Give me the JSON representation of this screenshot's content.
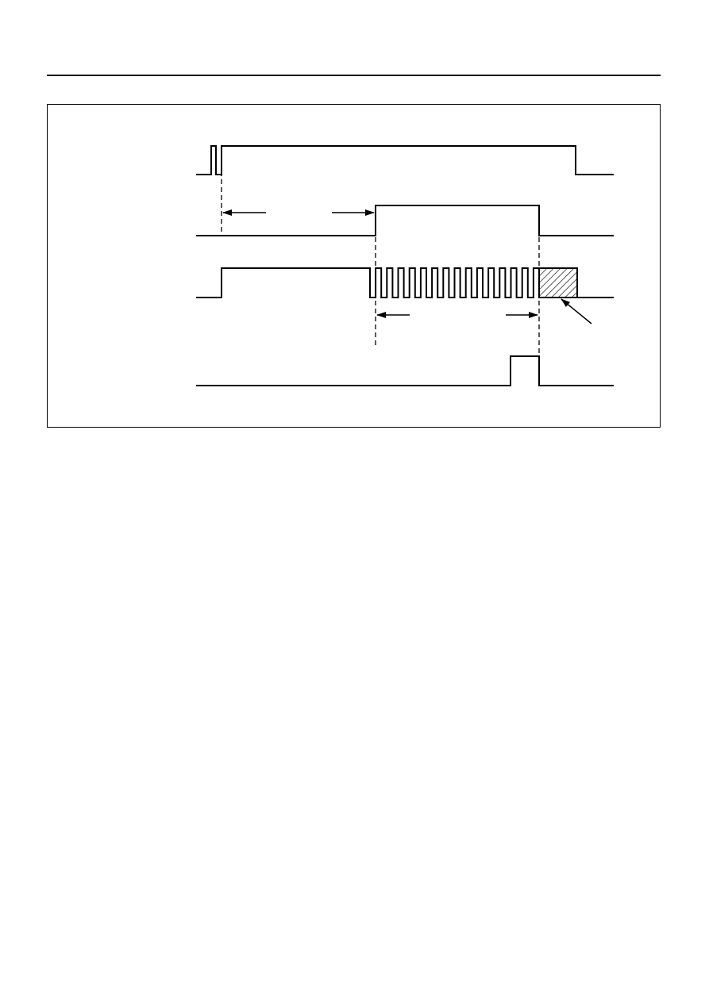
{
  "page": {
    "background_color": "#ffffff",
    "line_color": "#000000"
  },
  "diagram": {
    "signals": [
      {
        "id": "signal-1",
        "shape": "wide-pulse-with-glitch"
      },
      {
        "id": "signal-2",
        "shape": "single-pulse"
      },
      {
        "id": "signal-3",
        "shape": "pulse-then-clock-burst-with-hatched-tail",
        "clock_cycles": 15
      },
      {
        "id": "signal-4",
        "shape": "short-pulse-at-end-of-burst"
      }
    ],
    "arrows": [
      {
        "id": "arrow-left-delay-start"
      },
      {
        "id": "arrow-right-delay-end"
      },
      {
        "id": "arrow-left-burst-start"
      },
      {
        "id": "arrow-right-burst-end"
      },
      {
        "id": "arrow-pointer-hatched"
      }
    ]
  }
}
